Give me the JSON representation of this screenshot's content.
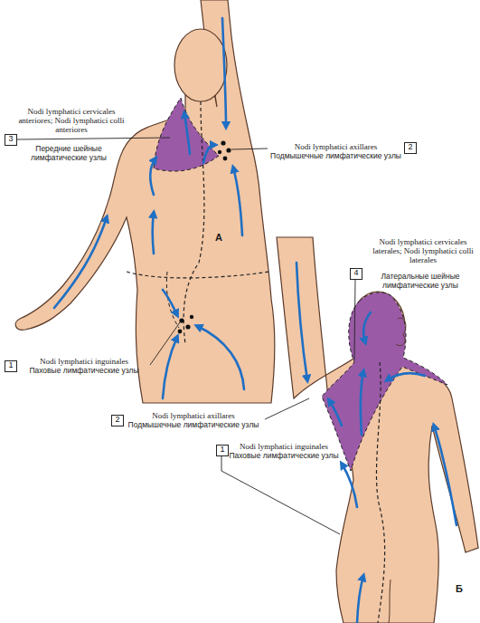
{
  "diagram": {
    "nodes": [
      {
        "text": [
          "3"
        ]
      },
      {
        "text": [
          "2"
        ]
      },
      {
        "text": [
          "4"
        ]
      },
      {
        "text": [
          "1"
        ]
      },
      {
        "text": [
          "2"
        ]
      },
      {
        "text": [
          "1"
        ]
      }
    ],
    "labels": [
      "Nodi lymphatici cervicales anteriores; Nodi lymphatici colli anteriores",
      "Передние шейные лимфатические узлы",
      "Nodi lymphatici axillares",
      "Подмышечные лимфатические узлы",
      "А",
      "Nodi lymphatici cervicales laterales; Nodi lymphatici colli laterales",
      "Латеральные шейные лимфатические узлы",
      "Nodi lymphatici inguinales",
      "Паховые лимфатические узлы",
      "Nodi lymphatici axillares",
      "Подмышечные лимфатические узлы",
      "Nodi lymphatici inguinales",
      "Паховые лимфатические узлы",
      "Б"
    ]
  }
}
